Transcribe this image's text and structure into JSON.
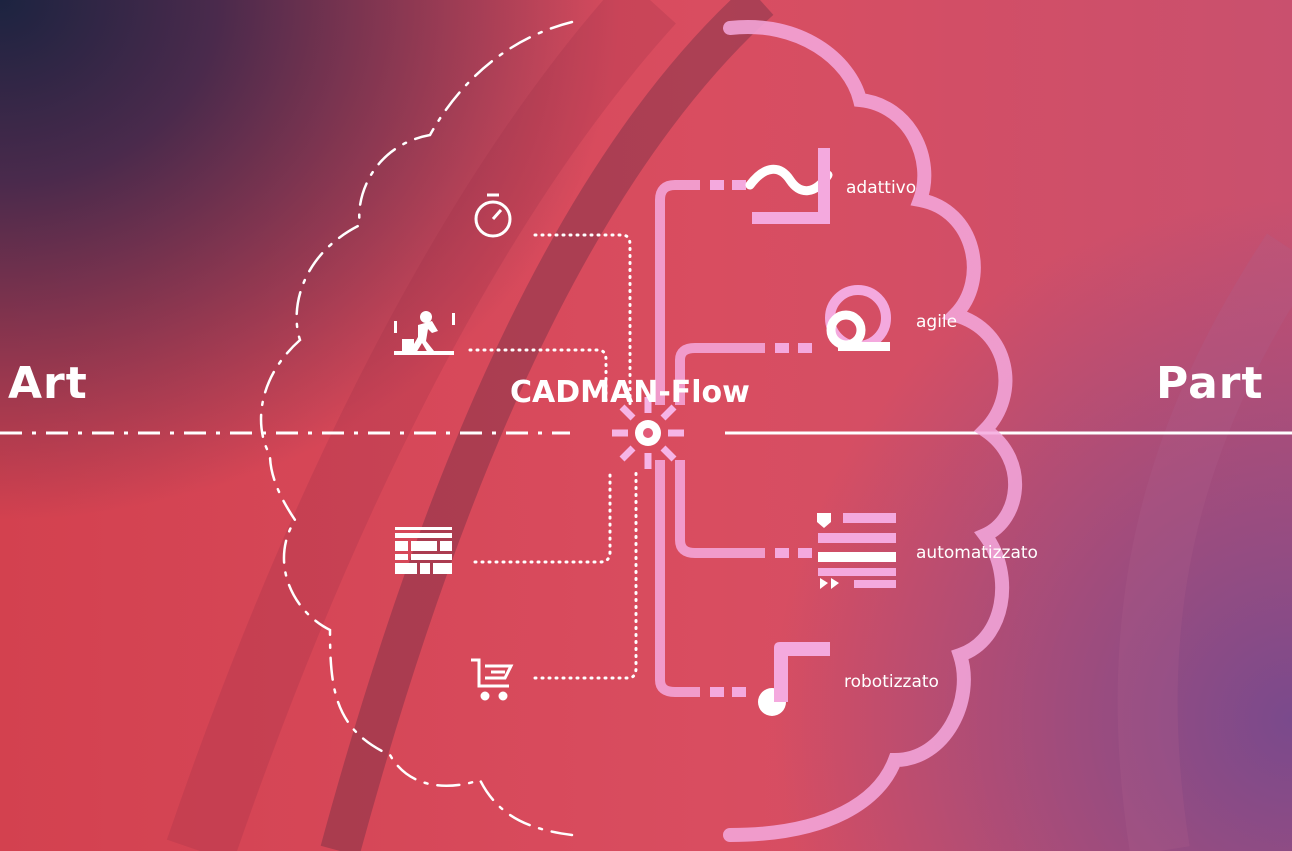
{
  "diagram": {
    "left_label": "Art",
    "right_label": "Part",
    "center_label": "CADMAN-Flow",
    "left_icons": [
      "stopwatch-icon",
      "worker-icon",
      "grid-schedule-icon",
      "cart-icon"
    ],
    "right_nodes": [
      {
        "label": "adattivo",
        "icon": "wave-icon"
      },
      {
        "label": "agile",
        "icon": "loop-icon"
      },
      {
        "label": "automatizzato",
        "icon": "list-arrows-icon"
      },
      {
        "label": "robotizzato",
        "icon": "note-icon"
      }
    ],
    "colors": {
      "background_main": "#d2485c",
      "background_dark": "#1c2340",
      "line_white": "#ffffff",
      "line_pink": "#f4a9de",
      "accent_pink": "#ee82da"
    }
  }
}
